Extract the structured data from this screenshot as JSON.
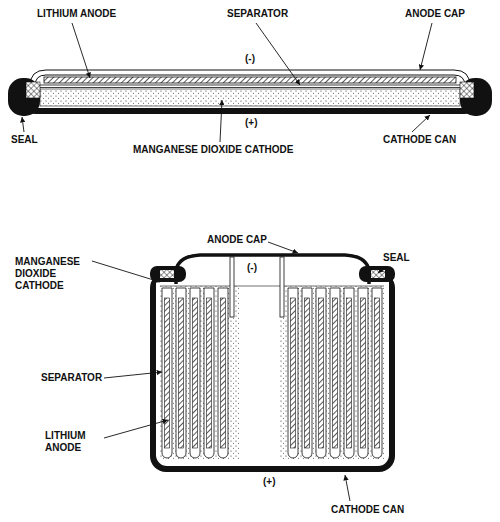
{
  "diagram": {
    "labels": [
      "LITHIUM ANODE",
      "SEPARATOR",
      "ANODE CAP",
      "(-)",
      "(+)",
      "SEAL",
      "MANGANESE DIOXIDE CATHODE",
      "CATHODE CAN",
      "ANODE CAP",
      "MANGANESE DIOXIDE CATHODE",
      "SEAL",
      "(-)",
      "SEPARATOR",
      "LITHIUM ANODE",
      "(+)",
      "CATHODE CAN"
    ]
  }
}
